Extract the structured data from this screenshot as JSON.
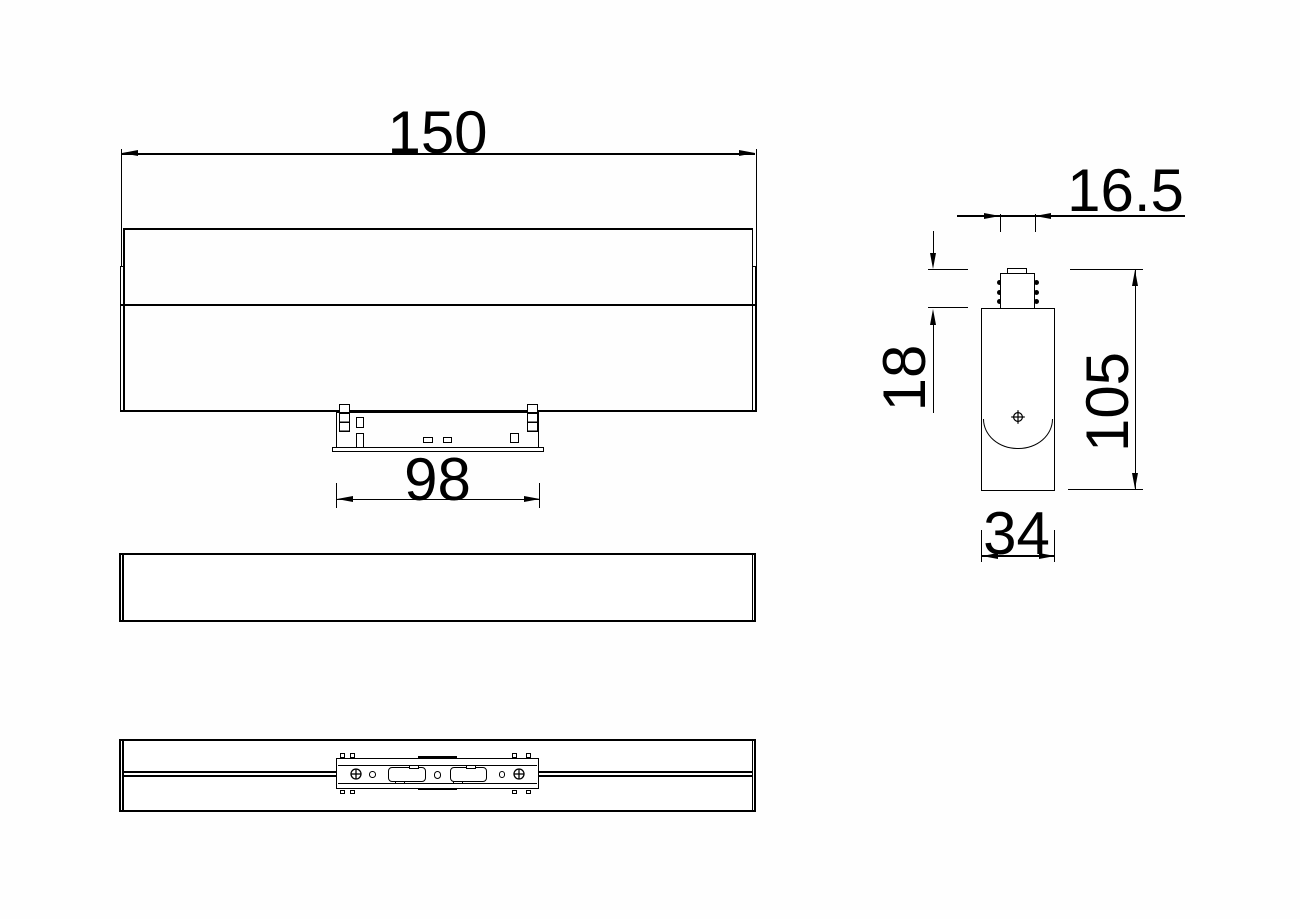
{
  "drawing": {
    "colors": {
      "line": "#000000",
      "background": "#ffffff"
    },
    "dims": {
      "front_width": "150",
      "adapter_width": "98",
      "neck_width": "16.5",
      "neck_height": "18",
      "overall_height": "105",
      "body_width": "34"
    }
  }
}
